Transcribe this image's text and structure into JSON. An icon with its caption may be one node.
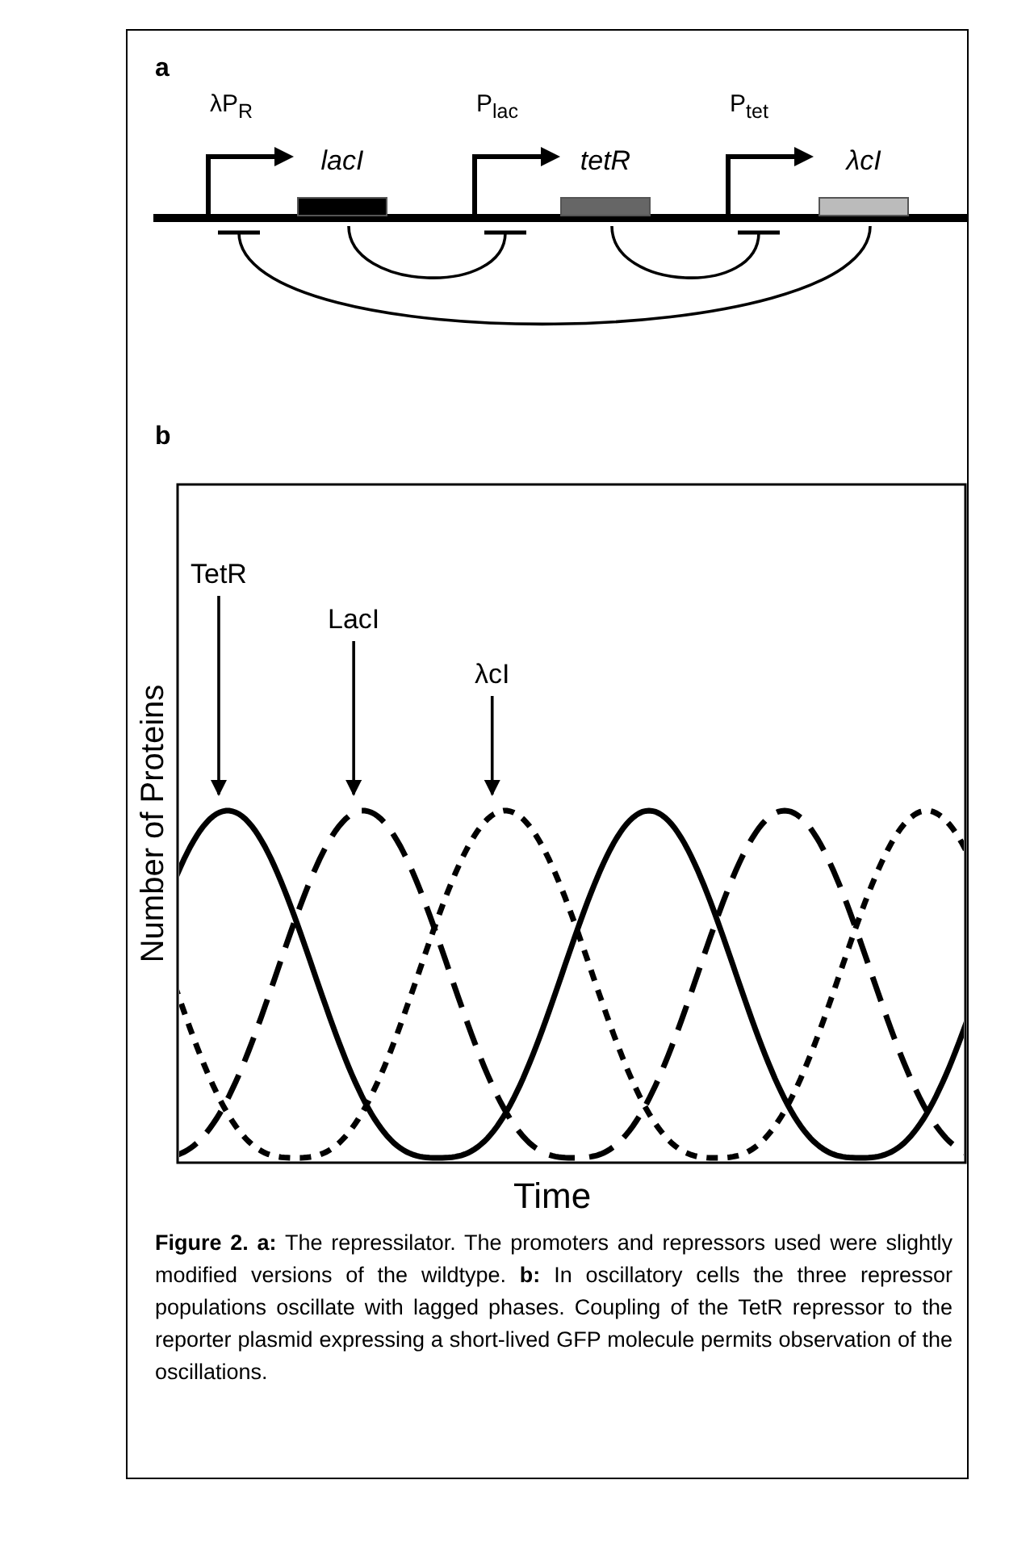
{
  "diagram": {
    "caption": "**Figure 2.  a:** The repressilator. The promoters and repressors used were slightly modified versions of the wildtype. **b:** In oscillatory cells the three repressor populations oscillate with lagged phases. Coupling of the TetR repressor to the reporter plasmid expressing a short-lived GFP molecule permits observation of the oscillations.",
    "nodes": [
      {
        "text": [
          "λP$_{R}$"
        ]
      },
      {
        "text": [
          "lacI"
        ]
      },
      {
        "text": [
          "P$_{lac}$"
        ]
      },
      {
        "text": [
          "tetR"
        ]
      },
      {
        "text": [
          "P$_{tet}$"
        ]
      },
      {
        "text": [
          "λcI"
        ]
      },
      {
        "text": [
          "TetR"
        ]
      },
      {
        "text": [
          "LacI"
        ]
      },
      {
        "text": [
          "λcI"
        ]
      }
    ],
    "edges": [
      {
        "from": 1,
        "to": 2,
        "arrow": "other"
      },
      {
        "from": 3,
        "to": 4,
        "arrow": "other"
      },
      {
        "from": 5,
        "to": 0,
        "arrow": "other"
      },
      {
        "from": 6,
        "to": null,
        "arrow": "to"
      },
      {
        "from": 7,
        "to": null,
        "arrow": "to"
      },
      {
        "from": 8,
        "to": null,
        "arrow": "to"
      }
    ],
    "labels": [
      "a",
      "b",
      "Number of Proteins",
      "Time"
    ]
  }
}
